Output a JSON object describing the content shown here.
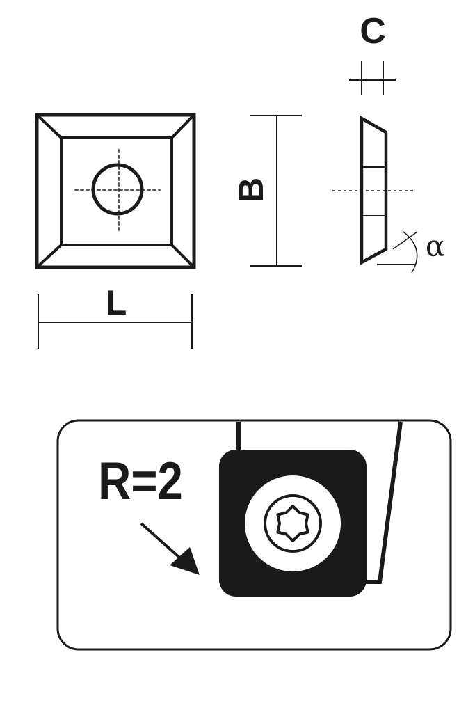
{
  "labels": {
    "length": "L",
    "width": "B",
    "thickness": "C",
    "angle": "α",
    "radius": "R=2"
  },
  "icons": {
    "center_hole": "circle-hole-icon",
    "screw": "torx-screw-icon",
    "pointer": "arrow-icon"
  },
  "colors": {
    "ink": "#1a1a1a",
    "paper": "#ffffff"
  }
}
